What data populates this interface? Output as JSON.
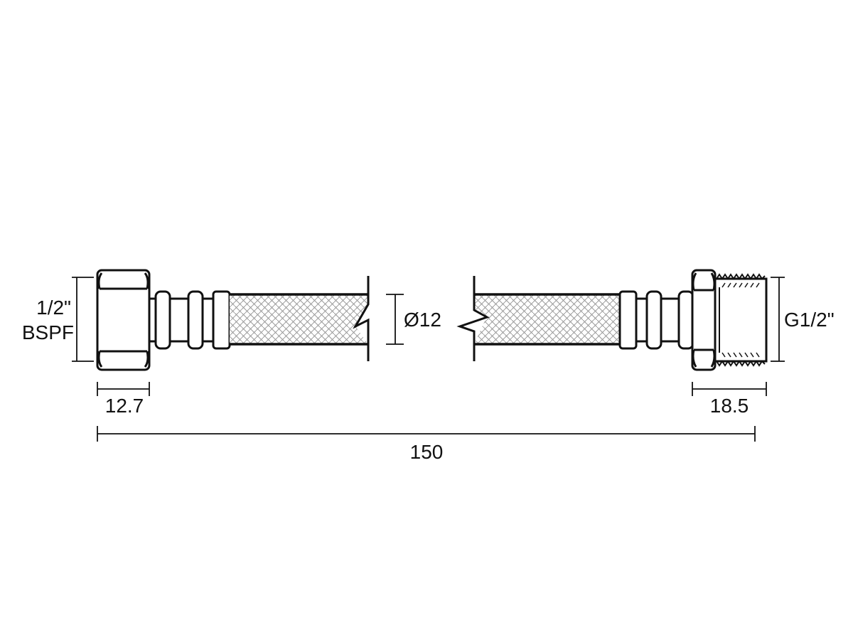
{
  "diagram": {
    "left_fitting": {
      "thread_label_line1": "1/2\"",
      "thread_label_line2": "BSPF",
      "length_label": "12.7"
    },
    "hose": {
      "diameter_label": "Ø12"
    },
    "right_fitting": {
      "thread_label": "G1/2\"",
      "length_label": "18.5"
    },
    "overall_length_label": "150",
    "colors": {
      "line": "#111111",
      "braid": "#9a9a9a",
      "background": "#ffffff"
    }
  }
}
